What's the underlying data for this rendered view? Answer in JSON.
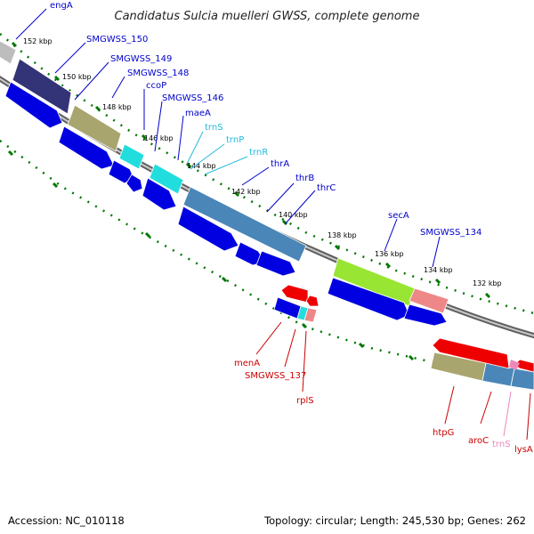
{
  "title": "Candidatus Sulcia muelleri GWSS, complete genome",
  "accession_text": "Accession: NC_010118",
  "summary_text": "Topology: circular; Length: 245,530 bp; Genes: 262",
  "colors": {
    "background": "#ffffff",
    "forward_label": "#0000cc",
    "reverse_label": "#cc0000",
    "trna_label": "#22bbdd",
    "trna_reverse_label": "#ee88bb",
    "tick": "#007700",
    "backbone": "#777777",
    "cds_blue": "#0000e0",
    "cds_red": "#ee0000"
  },
  "tick_labels": [
    "152 kbp",
    "150 kbp",
    "148 kbp",
    "146 kbp",
    "144 kbp",
    "142 kbp",
    "140 kbp",
    "138 kbp",
    "136 kbp",
    "134 kbp",
    "132 kbp"
  ],
  "gene_labels_forward": [
    "engA",
    "SMGWSS_150",
    "SMGWSS_149",
    "SMGWSS_148",
    "ccoP",
    "SMGWSS_146",
    "maeA",
    "thrA",
    "thrB",
    "thrC",
    "secA",
    "SMGWSS_134"
  ],
  "gene_labels_trna_forward": [
    "trnS",
    "trnP",
    "trnR"
  ],
  "gene_labels_reverse": [
    "menA",
    "SMGWSS_137",
    "rplS",
    "htpG",
    "aroC",
    "lysA"
  ],
  "gene_labels_trna_reverse": [
    "trnS"
  ]
}
